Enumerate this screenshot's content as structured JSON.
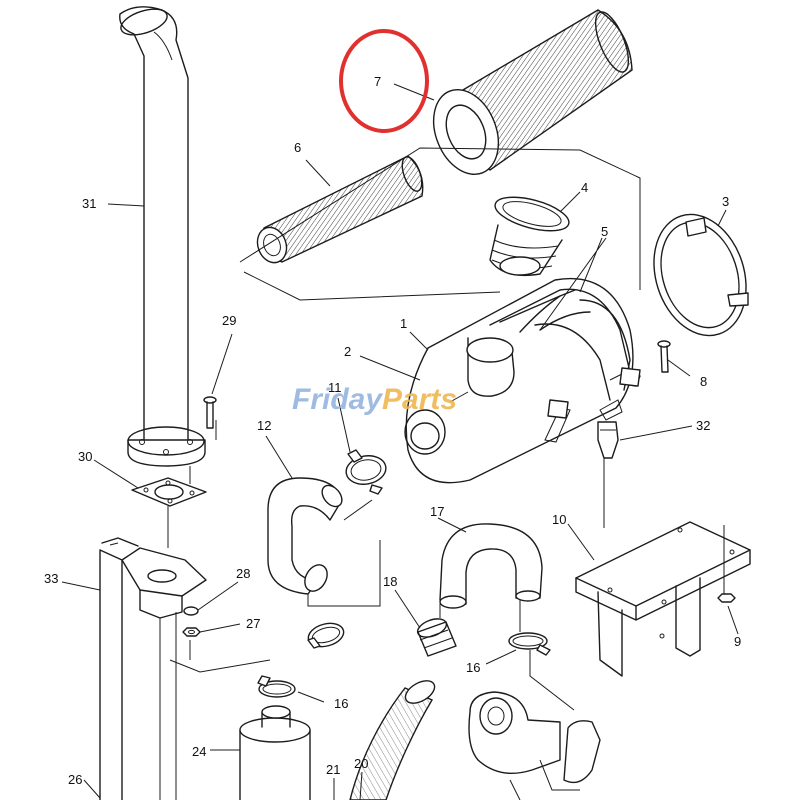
{
  "watermark": {
    "part1": "Friday",
    "part2": "Parts",
    "color_blue": "#8fb0dd",
    "color_orange": "#f0b650"
  },
  "highlight": {
    "label": "7",
    "color": "#e0312f"
  },
  "callouts": {
    "c1": "1",
    "c2": "2",
    "c3": "3",
    "c4": "4",
    "c5": "5",
    "c6": "6",
    "c7": "7",
    "c8": "8",
    "c9": "9",
    "c10": "10",
    "c11": "11",
    "c12": "12",
    "c16a": "16",
    "c16b": "16",
    "c17": "17",
    "c18": "18",
    "c20": "20",
    "c21": "21",
    "c24": "24",
    "c26": "26",
    "c27": "27",
    "c28": "28",
    "c29": "29",
    "c30": "30",
    "c31": "31",
    "c32": "32",
    "c33": "33"
  }
}
